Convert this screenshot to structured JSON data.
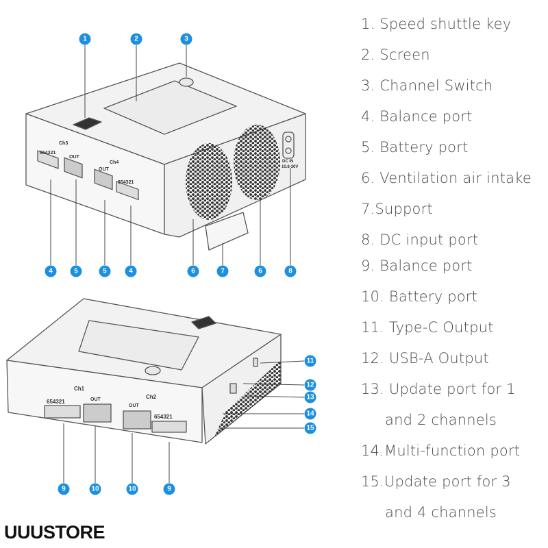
{
  "legend": [
    "1. Speed shuttle key",
    "2. Screen",
    "3. Channel Switch",
    "4. Balance port",
    "5. Battery port",
    "6. Ventilation air intake",
    "7.Support",
    "8. DC input port",
    "9. Balance port",
    "10. Battery port",
    "11. Type-C Output",
    "12. USB-A Output",
    "13. Update port for 1",
    "and 2 channels",
    "14.Multi-function port",
    "15.Update port for 3",
    "and 4 channels"
  ],
  "callouts_top": [
    "1",
    "2",
    "3",
    "4",
    "5",
    "5",
    "4",
    "6",
    "7",
    "6",
    "8"
  ],
  "callouts_bottom": [
    "11",
    "12",
    "13",
    "14",
    "15",
    "9",
    "10",
    "10",
    "9"
  ],
  "device_labels": {
    "ch1": "Ch1",
    "ch2": "Ch2",
    "ch3": "Ch3",
    "ch4": "Ch4",
    "out": "OUT",
    "balance_pins": "654321",
    "dc_in": "DC IN",
    "dc_voltage": "10.8-30V"
  },
  "watermark": "UUUSTORE",
  "colors": {
    "callout": "#1d8fe0",
    "text": "#4a4a4a",
    "device_stroke": "#555555"
  }
}
